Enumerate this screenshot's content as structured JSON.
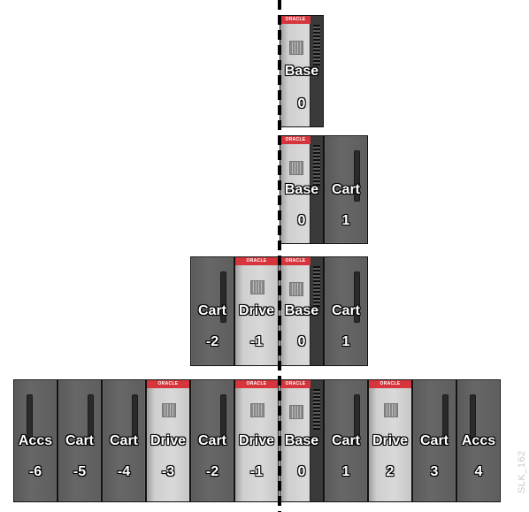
{
  "rows": [
    {
      "modules": [
        {
          "type": "Base",
          "index": "0",
          "variant": "base"
        }
      ]
    },
    {
      "modules": [
        {
          "type": "Base",
          "index": "0",
          "variant": "base"
        },
        {
          "type": "Cart",
          "index": "1",
          "variant": "cart"
        }
      ]
    },
    {
      "modules": [
        {
          "type": "Cart",
          "index": "-2",
          "variant": "cart"
        },
        {
          "type": "Drive",
          "index": "-1",
          "variant": "drive"
        },
        {
          "type": "Base",
          "index": "0",
          "variant": "base"
        },
        {
          "type": "Cart",
          "index": "1",
          "variant": "cart"
        }
      ]
    },
    {
      "modules": [
        {
          "type": "Accs",
          "index": "-6",
          "variant": "accs"
        },
        {
          "type": "Cart",
          "index": "-5",
          "variant": "cart"
        },
        {
          "type": "Cart",
          "index": "-4",
          "variant": "cart"
        },
        {
          "type": "Drive",
          "index": "-3",
          "variant": "drive"
        },
        {
          "type": "Cart",
          "index": "-2",
          "variant": "cart"
        },
        {
          "type": "Drive",
          "index": "-1",
          "variant": "drive"
        },
        {
          "type": "Base",
          "index": "0",
          "variant": "base"
        },
        {
          "type": "Cart",
          "index": "1",
          "variant": "cart"
        },
        {
          "type": "Drive",
          "index": "2",
          "variant": "drive"
        },
        {
          "type": "Cart",
          "index": "3",
          "variant": "cart"
        },
        {
          "type": "Accs",
          "index": "4",
          "variant": "accs"
        }
      ]
    }
  ],
  "brand_label": "ORACLE",
  "figure_id": "SLK_162",
  "colors": {
    "brand_red": "#d7353c",
    "module_dark": "#5e5e5e",
    "module_light": "#d4d4d4",
    "label_text": "#ffffff",
    "centerline": "#000000"
  }
}
